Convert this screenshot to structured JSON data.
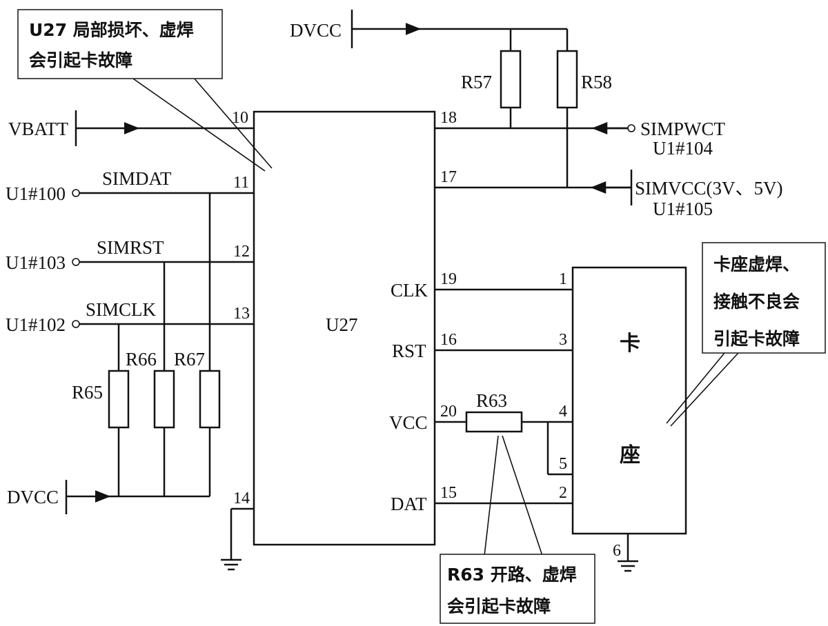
{
  "supplies": {
    "dvcc_top": "DVCC",
    "vbatt": "VBATT",
    "dvcc_bottom": "DVCC"
  },
  "chip": {
    "name": "U27",
    "pins": {
      "p10": "10",
      "p11": "11",
      "p12": "12",
      "p13": "13",
      "p14": "14",
      "p18": "18",
      "p17": "17",
      "p19": "19",
      "p16": "16",
      "p20": "20",
      "p15": "15"
    },
    "pin_names": {
      "clk": "CLK",
      "rst": "RST",
      "vcc": "VCC",
      "dat": "DAT"
    }
  },
  "resistors": {
    "r57": "R57",
    "r58": "R58",
    "r63": "R63",
    "r65": "R65",
    "r66": "R66",
    "r67": "R67"
  },
  "signals": {
    "simdat": "SIMDAT",
    "simrst": "SIMRST",
    "simclk": "SIMCLK",
    "u1_100": "U1#100",
    "u1_103": "U1#103",
    "u1_102": "U1#102",
    "simpwct": "SIMPWCT",
    "u1_104": "U1#104",
    "simvcc": "SIMVCC(3V、5V)",
    "u1_105": "U1#105"
  },
  "card_socket": {
    "label_line1": "卡",
    "label_line2": "座",
    "pins": {
      "p1": "1",
      "p3": "3",
      "p4": "4",
      "p5": "5",
      "p2": "2",
      "p6": "6"
    }
  },
  "callouts": {
    "u27": {
      "line1": "U27 局部损坏、虚焊",
      "line2": "会引起卡故障"
    },
    "socket": {
      "line1": "卡座虚焊、",
      "line2": "接触不良会",
      "line3": "引起卡故障"
    },
    "r63": {
      "line1": "R63 开路、虚焊",
      "line2": "会引起卡故障"
    }
  }
}
